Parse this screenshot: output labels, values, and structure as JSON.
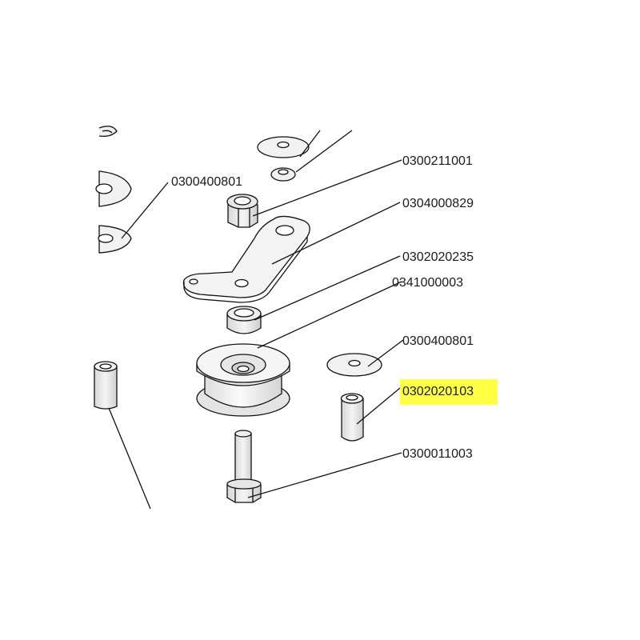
{
  "diagram": {
    "highlight_color": "#ffff44",
    "labels": [
      {
        "id": "L1",
        "text": "0300211001"
      },
      {
        "id": "L2",
        "text": "0300400801"
      },
      {
        "id": "L3",
        "text": "0304000829"
      },
      {
        "id": "L4",
        "text": "0302020235"
      },
      {
        "id": "L5",
        "text": "0341000003"
      },
      {
        "id": "L6",
        "text": "0300400801"
      },
      {
        "id": "L7",
        "text": "0302020103",
        "highlighted": true
      },
      {
        "id": "L8",
        "text": "0300011003"
      }
    ]
  }
}
